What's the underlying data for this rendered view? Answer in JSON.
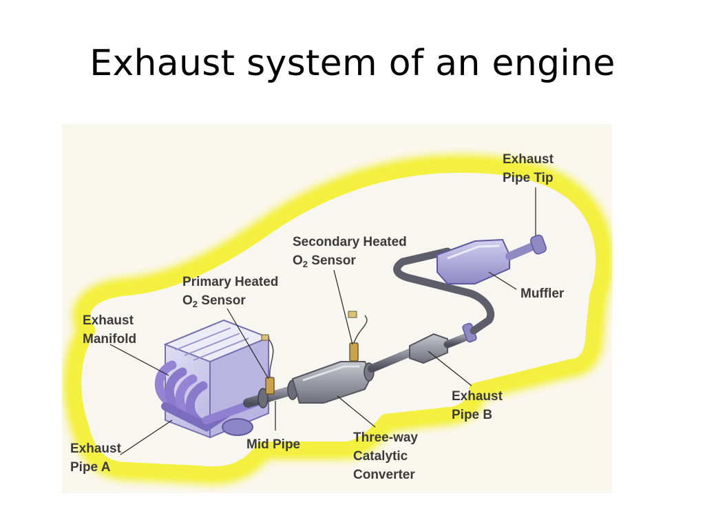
{
  "slide": {
    "title": "Exhaust system of an engine"
  },
  "diagram": {
    "labels": {
      "exhaust_pipe_tip": [
        "Exhaust",
        "Pipe Tip"
      ],
      "secondary_sensor": [
        "Secondary Heated",
        "O",
        "2",
        " Sensor"
      ],
      "primary_sensor": [
        "Primary Heated",
        "O",
        "2",
        " Sensor"
      ],
      "exhaust_manifold": [
        "Exhaust",
        "Manifold"
      ],
      "muffler": "Muffler",
      "exhaust_pipe_b": [
        "Exhaust",
        "Pipe B"
      ],
      "three_way_catalytic_converter": [
        "Three-way",
        "Catalytic",
        "Converter"
      ],
      "mid_pipe": "Mid Pipe",
      "exhaust_pipe_a": [
        "Exhaust",
        "Pipe A"
      ]
    },
    "colors": {
      "background": "#faf7ef",
      "car_glow": "#f2f026",
      "car_interior": "#f8f6f0",
      "engine": "#c9c6e6",
      "engine_dark": "#8d86c6",
      "manifold": "#9484d6",
      "pipe": "#6d6d7a",
      "converter": "#9a9aa4",
      "sensor": "#c9a24b",
      "label_text": "#3a3a3a",
      "leader_line": "#222222"
    }
  }
}
